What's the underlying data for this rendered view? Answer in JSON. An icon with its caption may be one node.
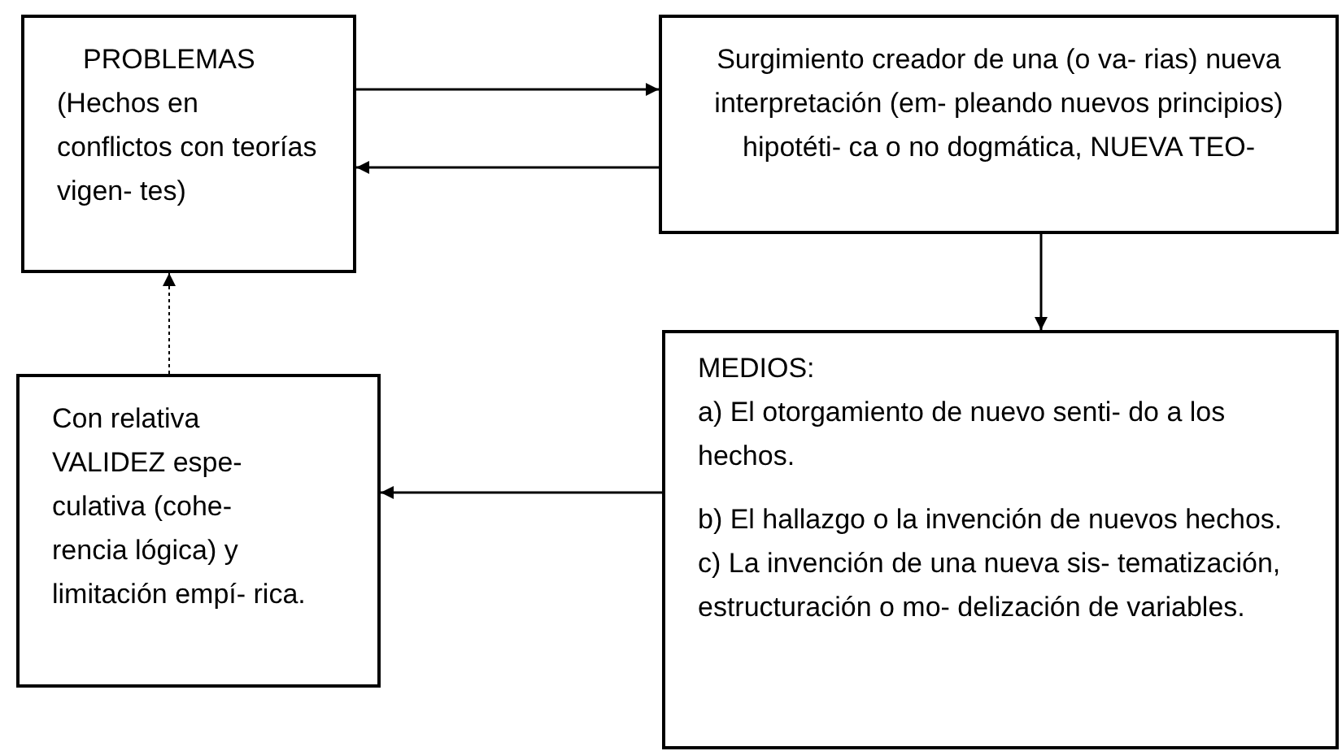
{
  "diagram": {
    "nodes": [
      {
        "text": [
          "PROBLEMAS",
          "(Hechos en conflictos con teorías vigen- tes)"
        ]
      },
      {
        "text": [
          "Surgimiento creador de una (o va- rias) nueva interpretación (em- pleando nuevos principios) hipotéti- ca o no dogmática, NUEVA TEO-"
        ]
      },
      {
        "text": [
          "MEDIOS:",
          "a) El otorgamiento de nuevo senti- do a los hechos.",
          "b) El hallazgo o la invención de nuevos hechos.",
          "c) La invención de una nueva sis- tematización, estructuración o mo- delización de variables."
        ]
      },
      {
        "text": [
          "Con relativa VALIDEZ espe- culativa (cohe- rencia lógica) y limitación empí- rica."
        ]
      }
    ],
    "edges": [
      {
        "from": 0,
        "to": 1,
        "arrow": "to"
      },
      {
        "from": 1,
        "to": 0,
        "arrow": "to"
      },
      {
        "from": 1,
        "to": 2,
        "arrow": "to"
      },
      {
        "from": 2,
        "to": 3,
        "arrow": "to"
      },
      {
        "from": 3,
        "to": 0,
        "arrow": "to",
        "style": "dashed"
      }
    ]
  }
}
